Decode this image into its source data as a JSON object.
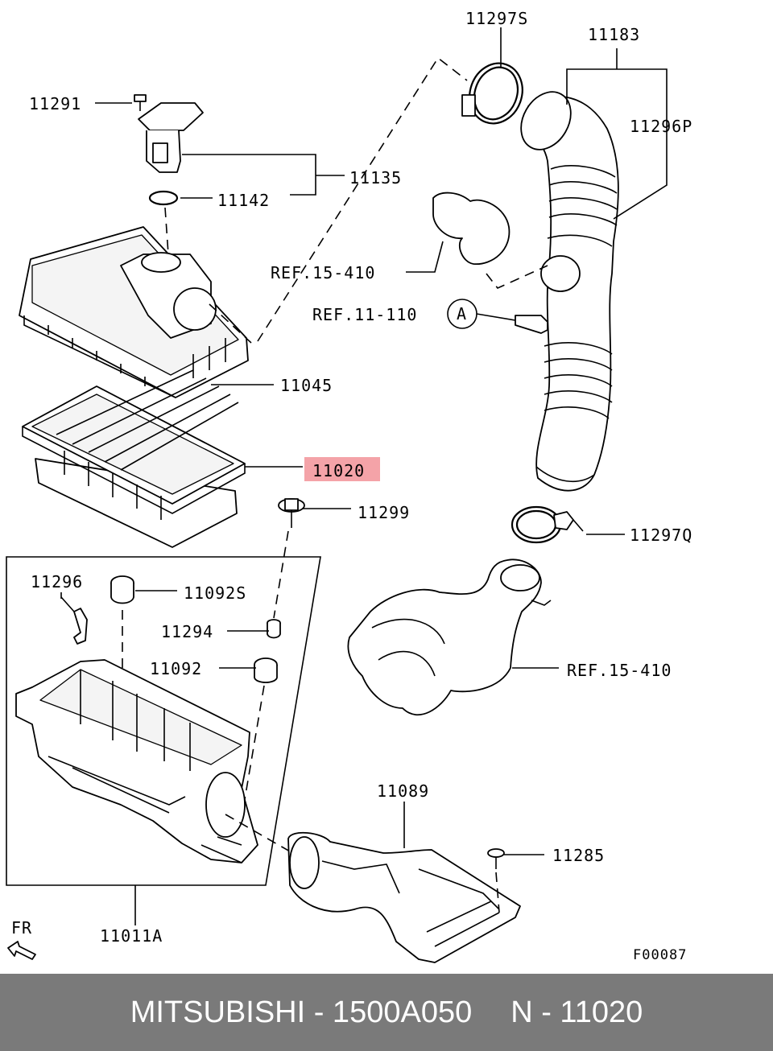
{
  "diagram": {
    "labels": {
      "p11297s": "11297S",
      "p11183": "11183",
      "p11291": "11291",
      "p11296p": "11296P",
      "p11135": "11135",
      "p11142": "11142",
      "ref15410a": "REF.15-410",
      "ref11110": "REF.11-110",
      "circleA": "A",
      "p11045": "11045",
      "p11020": "11020",
      "p11299": "11299",
      "p11297q": "11297Q",
      "p11296": "11296",
      "p11092s": "11092S",
      "p11294": "11294",
      "p11092": "11092",
      "ref15410b": "REF.15-410",
      "p11089": "11089",
      "p11285": "11285",
      "p11011a": "11011A",
      "fr": "FR",
      "figcode": "F00087"
    },
    "highlight_color": "#f4a3a8"
  },
  "footer": {
    "brand_part": "MITSUBISHI - 1500A050",
    "ref_part": "N - 11020"
  }
}
